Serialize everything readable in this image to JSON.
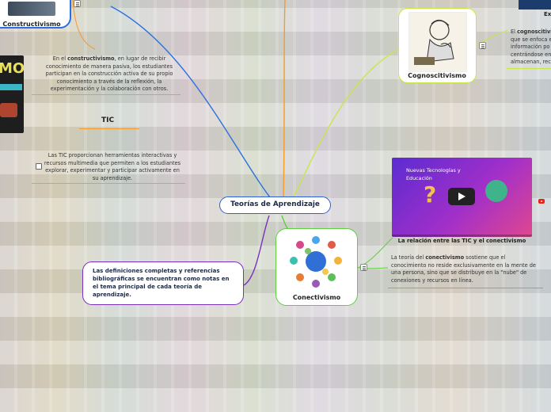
{
  "central": {
    "title": "Teorías de Aprendizaje"
  },
  "constructivismo": {
    "label": "Constructivismo",
    "note_pre": "En el ",
    "note_bold": "constructivismo",
    "note_post": ", en lugar de recibir conocimiento de manera pasiva, los estudiantes participan en la construcción activa de su propio conocimiento a través de la reflexión, la experimentación y la colaboración con otros.",
    "image_text": "MO"
  },
  "tic": {
    "label": "TIC",
    "note": "Las TIC proporcionan herramientas interactivas y recursos multimedia que permiten a los estudiantes explorar, experimentar y participar activamente en su aprendizaje."
  },
  "cognoscitivismo": {
    "label": "Cognoscitivismo",
    "note_pre": "El ",
    "note_bold": "cognoscitivis",
    "line1_post": "",
    "line2": "que se enfoca e",
    "line3": "información po",
    "line4": "centrándose en",
    "line5": "almacenan, rec",
    "top_label": "Ex"
  },
  "conectivismo": {
    "label": "Conectivismo",
    "video_caption": "La relación entre las TIC y el conectivismo",
    "video_title_1": "Nuevas Tecnologías y",
    "video_title_2": "Educación",
    "note_pre": "La teoría del ",
    "note_bold": "conectivismo",
    "note_post": " sostiene que el conocimiento no reside exclusivamente en la mente de una persona, sino que se distribuye en la \"nube\" de conexiones y recursos en línea."
  },
  "definiciones": {
    "text": "Las definiciones completas y referencias bibliográficas se encuentran como notas en el tema principal de cada teoría de aprendizaje."
  },
  "colors": {
    "constructivismo": "#2b6fe0",
    "cognoscitivismo": "#c8e64a",
    "conectivismo": "#5ecf3e",
    "definiciones": "#7b2fbf",
    "top": "#f59a2b",
    "central": "#2d5fd0"
  }
}
